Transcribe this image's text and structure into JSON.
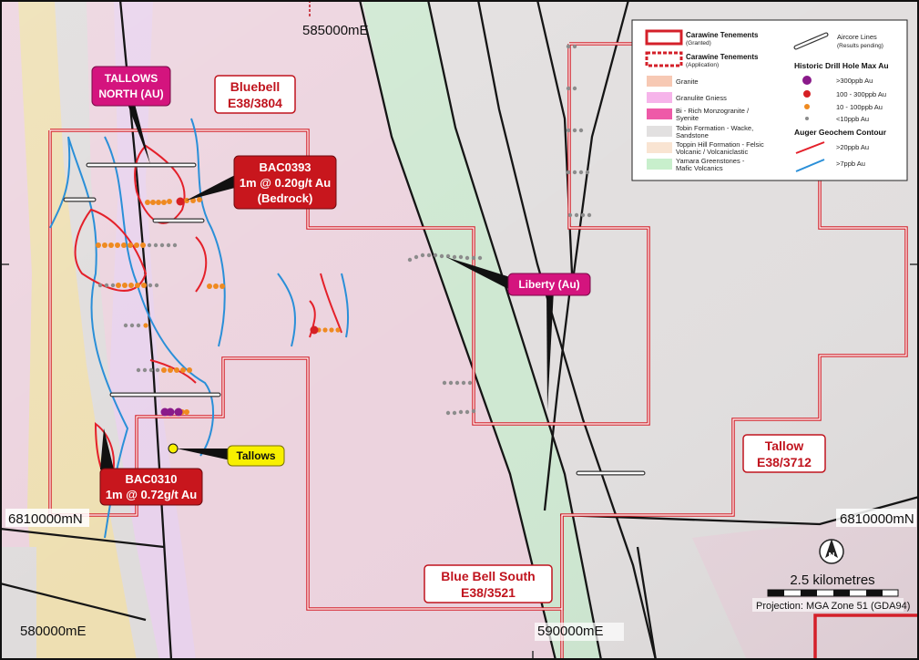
{
  "coords": {
    "top_easting": "585000mE",
    "bottom_easting_left": "580000mE",
    "bottom_easting_right": "590000mE",
    "northing_left": "6810000mN",
    "northing_right": "6810000mN"
  },
  "tenements": {
    "bluebell": {
      "name": "Bluebell",
      "id": "E38/3804"
    },
    "tallow": {
      "name": "Tallow",
      "id": "E38/3712"
    },
    "blue_bell_south": {
      "name": "Blue Bell South",
      "id": "E38/3521"
    }
  },
  "callouts": {
    "tallows_north": {
      "line1": "TALLOWS",
      "line2": "NORTH (AU)"
    },
    "bac0393": {
      "line1": "BAC0393",
      "line2": "1m @ 0.20g/t Au",
      "line3": "(Bedrock)"
    },
    "bac0310": {
      "line1": "BAC0310",
      "line2": "1m @ 0.72g/t Au"
    },
    "liberty": {
      "text": "Liberty (Au)"
    },
    "tallows": {
      "text": "Tallows"
    }
  },
  "legend": {
    "granted_title": "Carawine Tenements",
    "granted_sub": "(Granted)",
    "application_title": "Carawine Tenements",
    "application_sub": "(Application)",
    "aircore_title": "Aircore Lines",
    "aircore_sub": "(Results pending)",
    "drill_heading": "Historic Drill Hole Max Au",
    "drill_items": [
      ">300ppb Au",
      "100 - 300ppb Au",
      "10 - 100ppb Au",
      "<10ppb Au"
    ],
    "geology": [
      {
        "l1": "Granite",
        "l2": ""
      },
      {
        "l1": "Granulite Gniess",
        "l2": ""
      },
      {
        "l1": "Bi - Rich Monzogranite /",
        "l2": "Syenite"
      },
      {
        "l1": "Tobin Formation - Wacke,",
        "l2": "Sandstone"
      },
      {
        "l1": "Toppin Hill Formation - Felsic",
        "l2": "Volcanic / Volcaniclastic"
      },
      {
        "l1": "Yamara Greenstones -",
        "l2": "Mafic Volcanics"
      }
    ],
    "auger_heading": "Auger Geochem Contour",
    "auger_items": [
      ">20ppb Au",
      ">7ppb Au"
    ]
  },
  "scale": {
    "label": "2.5 kilometres"
  },
  "projection": {
    "text": "Projection: MGA Zone 51 (GDA94)"
  },
  "north_arrow": {
    "letter": "N"
  },
  "colors": {
    "granite_pink": "#ecd3de",
    "gneiss": "#e8d2ec",
    "wacke_grey": "#dfdcdc",
    "felsic_tan": "#eedfb2",
    "greenstone": "#cfe8d2",
    "tenement_red": "#d4202a",
    "callout_red": "#c8161d",
    "callout_magenta": "#d4147e",
    "callout_yellow": "#f8f000",
    "contour_red": "#e4202a",
    "contour_blue": "#2a8fd8",
    "drill_purple": "#8a1a8a",
    "drill_red": "#d62024",
    "drill_orange": "#ef8a20",
    "drill_grey": "#8c8c8c"
  }
}
